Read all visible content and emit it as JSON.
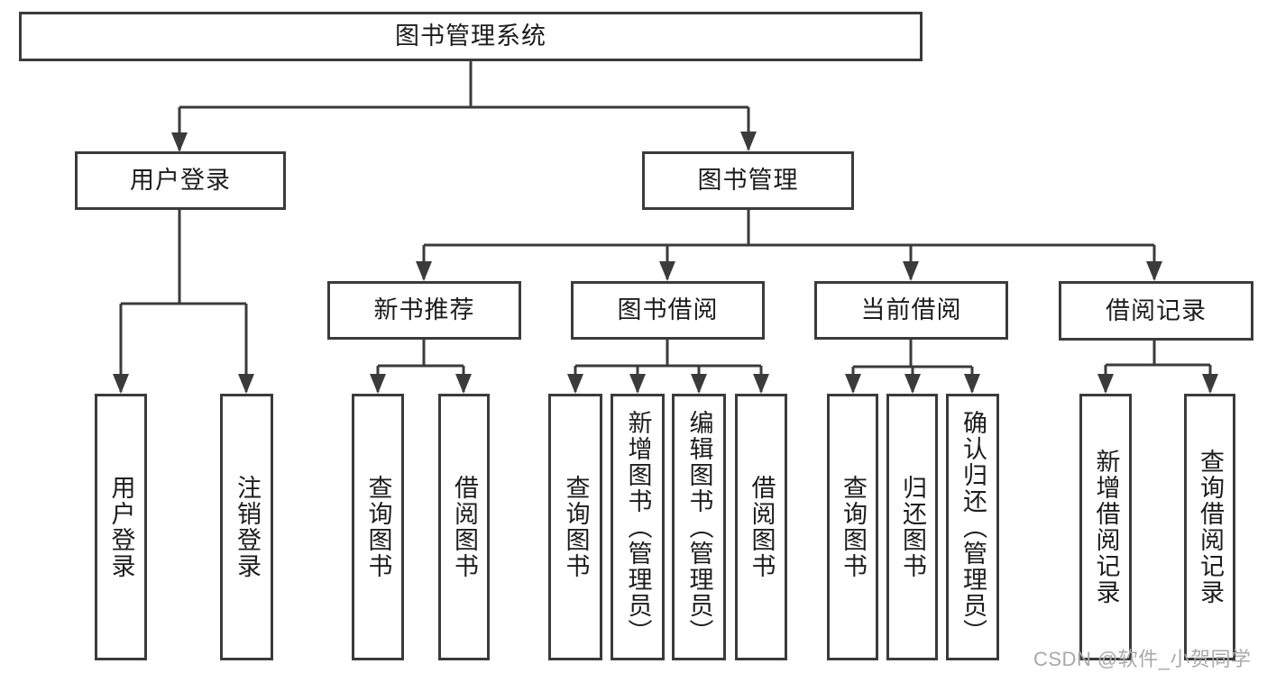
{
  "diagram": {
    "title": "图书管理系统",
    "branches": [
      {
        "label": "用户登录",
        "children": [
          {
            "label": "用户登录"
          },
          {
            "label": "注销登录"
          }
        ]
      },
      {
        "label": "图书管理",
        "children": [
          {
            "label": "新书推荐",
            "children": [
              {
                "label": "查询图书"
              },
              {
                "label": "借阅图书"
              }
            ]
          },
          {
            "label": "图书借阅",
            "children": [
              {
                "label": "查询图书"
              },
              {
                "label": "新增图书（管理员）"
              },
              {
                "label": "编辑图书（管理员）"
              },
              {
                "label": "借阅图书"
              }
            ]
          },
          {
            "label": "当前借阅",
            "children": [
              {
                "label": "查询图书"
              },
              {
                "label": "归还图书"
              },
              {
                "label": "确认归还（管理员）"
              }
            ]
          },
          {
            "label": "借阅记录",
            "children": [
              {
                "label": "新增借阅记录"
              },
              {
                "label": "查询借阅记录"
              }
            ]
          }
        ]
      }
    ]
  },
  "watermark": {
    "text": "CSDN @软件_小贺同学"
  },
  "colors": {
    "line": "#3b3b3b",
    "box_border": "#3b3b3b",
    "text": "#1c1c1c",
    "watermark": "#a9a9a9",
    "background": "#ffffff"
  }
}
